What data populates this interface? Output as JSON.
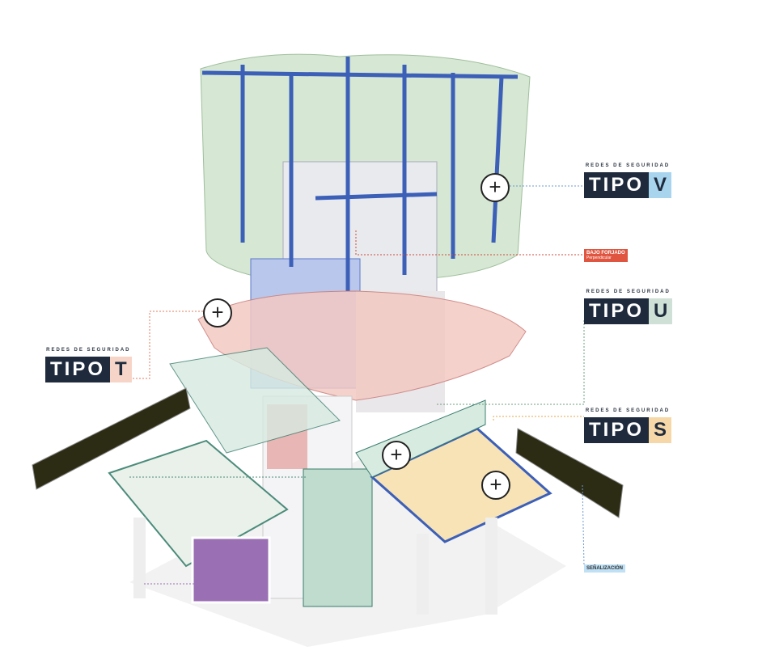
{
  "labels": {
    "v": {
      "kicker": "REDES DE SEGURIDAD",
      "tipo": "TIPO",
      "letter": "V",
      "color": "#a9d4ee"
    },
    "u": {
      "kicker": "REDES DE SEGURIDAD",
      "tipo": "TIPO",
      "letter": "U",
      "color": "#cfe0d6"
    },
    "s": {
      "kicker": "REDES DE SEGURIDAD",
      "tipo": "TIPO",
      "letter": "S",
      "color": "#f6d8a8"
    },
    "t": {
      "kicker": "REDES DE SEGURIDAD",
      "tipo": "TIPO",
      "letter": "T",
      "color": "#f6d5c8"
    }
  },
  "bajo_forjado": {
    "title": "BAJO FORJADO",
    "subtitle": "Perpendicular"
  },
  "senalizacion": "SEÑALIZACIÓN",
  "hotspots": [
    "+",
    "+",
    "+",
    "+"
  ]
}
